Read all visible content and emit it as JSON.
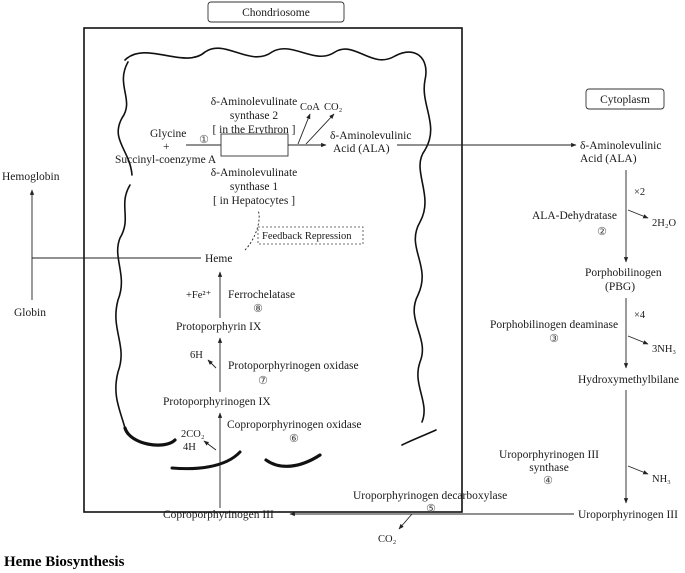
{
  "labels": {
    "chondriosome": "Chondriosome",
    "cytoplasm": "Cytoplasm",
    "title": "Heme Biosynthesis",
    "feedback": "Feedback Repression"
  },
  "mito": {
    "glycine": "Glycine",
    "plus": "+",
    "succinyl": "Succinyl-coenzyme A",
    "step1": "①",
    "ala_synthase2_a": "δ-Aminolevulinate",
    "ala_synthase2_b": "synthase 2",
    "ala_synthase2_c": "[ in the Erythron ]",
    "coa": "CoA",
    "co2": "CO₂",
    "ala_a": "δ-Aminolevulinic",
    "ala_b": "Acid  (ALA)",
    "ala_synthase1_a": "δ-Aminolevulinate",
    "ala_synthase1_b": "synthase 1",
    "ala_synthase1_c": "[ in Hepatocytes ]",
    "heme": "Heme",
    "fe": "+Fe²⁺",
    "ferrochelatase": "Ferrochelatase",
    "step8": "⑧",
    "protoporphyrin": "Protoporphyrin IX",
    "h6": "6H",
    "protogen_oxidase": "Protoporphyrinogen oxidase",
    "step7": "⑦",
    "protoporphyrinogen": "Protoporphyrinogen IX",
    "co2_2": "2CO₂",
    "h4": "4H",
    "coprogen_oxidase": "Coproporphyrinogen oxidase",
    "step6": "⑥"
  },
  "outside": {
    "hemoglobin": "Hemoglobin",
    "globin": "Globin",
    "coproporphyrinogen": "Coproporphyrinogen III",
    "uro_decarboxylase": "Uroporphyrinogen decarboxylase",
    "step5": "⑤",
    "co2_out": "CO₂"
  },
  "cyto": {
    "ala_a": "δ-Aminolevulinic",
    "ala_b": "Acid  (ALA)",
    "x2": "×2",
    "ala_dehydratase": "ALA-Dehydratase",
    "h2o": "2H₂O",
    "step2": "②",
    "pbg_a": "Porphobilinogen",
    "pbg_b": "(PBG)",
    "x4": "×4",
    "pbg_deaminase": "Porphobilinogen deaminase",
    "nh3_3": "3NH₃",
    "step3": "③",
    "hmb": "Hydroxymethylbilane",
    "uro_synthase_a": "Uroporphyrinogen III",
    "uro_synthase_b": "synthase",
    "step4": "④",
    "nh3": "NH₃",
    "uroporphyrinogen": "Uroporphyrinogen III"
  }
}
